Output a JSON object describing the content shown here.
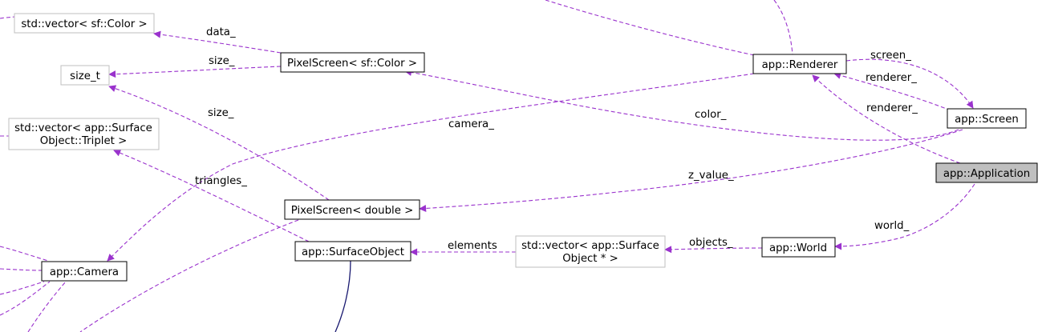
{
  "colors": {
    "edge": "#9a32cd",
    "arrow": "#9a32cd",
    "inheritance": "#191970",
    "node_border": "#000000",
    "node_border_external": "#bfbfbf",
    "node_highlight": "#bfbfbf"
  },
  "nodes": {
    "vector_color": "std::vector< sf::Color >",
    "size_t": "size_t",
    "vector_triplet_line1": "std::vector< app::Surface",
    "vector_triplet_line2": "Object::Triplet >",
    "pixelscreen_color": "PixelScreen< sf::Color >",
    "pixelscreen_double": "PixelScreen< double >",
    "surface_object": "app::SurfaceObject",
    "vector_surface_line1": "std::vector< app::Surface",
    "vector_surface_line2": "Object * >",
    "camera": "app::Camera",
    "renderer": "app::Renderer",
    "screen": "app::Screen",
    "application": "app::Application",
    "world": "app::World"
  },
  "edges": {
    "data": "data_",
    "size_pixel_color": "size_",
    "size_pixel_double": "size_",
    "camera": "camera_",
    "color": "color_",
    "triangles": "triangles_",
    "z_value": "z_value_",
    "elements": "elements",
    "objects": "objects_",
    "world": "world_",
    "screen": "screen_",
    "renderer_screen": "renderer_",
    "renderer_application": "renderer_"
  }
}
